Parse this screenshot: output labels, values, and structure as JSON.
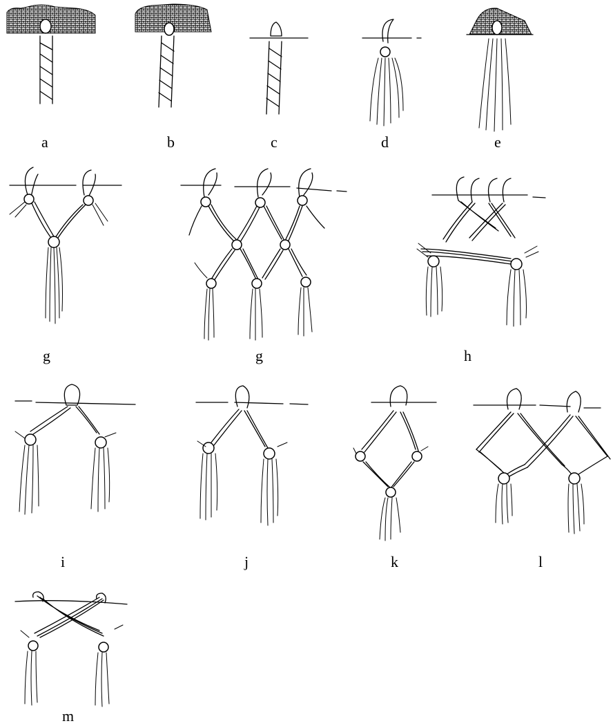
{
  "panels": [
    {
      "id": "a",
      "label": "a"
    },
    {
      "id": "b",
      "label": "b"
    },
    {
      "id": "c",
      "label": "c"
    },
    {
      "id": "d",
      "label": "d"
    },
    {
      "id": "e",
      "label": "e"
    },
    {
      "id": "g1",
      "label": "g"
    },
    {
      "id": "g2",
      "label": "g"
    },
    {
      "id": "h",
      "label": "h"
    },
    {
      "id": "i",
      "label": "i"
    },
    {
      "id": "j",
      "label": "j"
    },
    {
      "id": "k",
      "label": "k"
    },
    {
      "id": "l",
      "label": "l"
    },
    {
      "id": "m",
      "label": "m"
    }
  ]
}
